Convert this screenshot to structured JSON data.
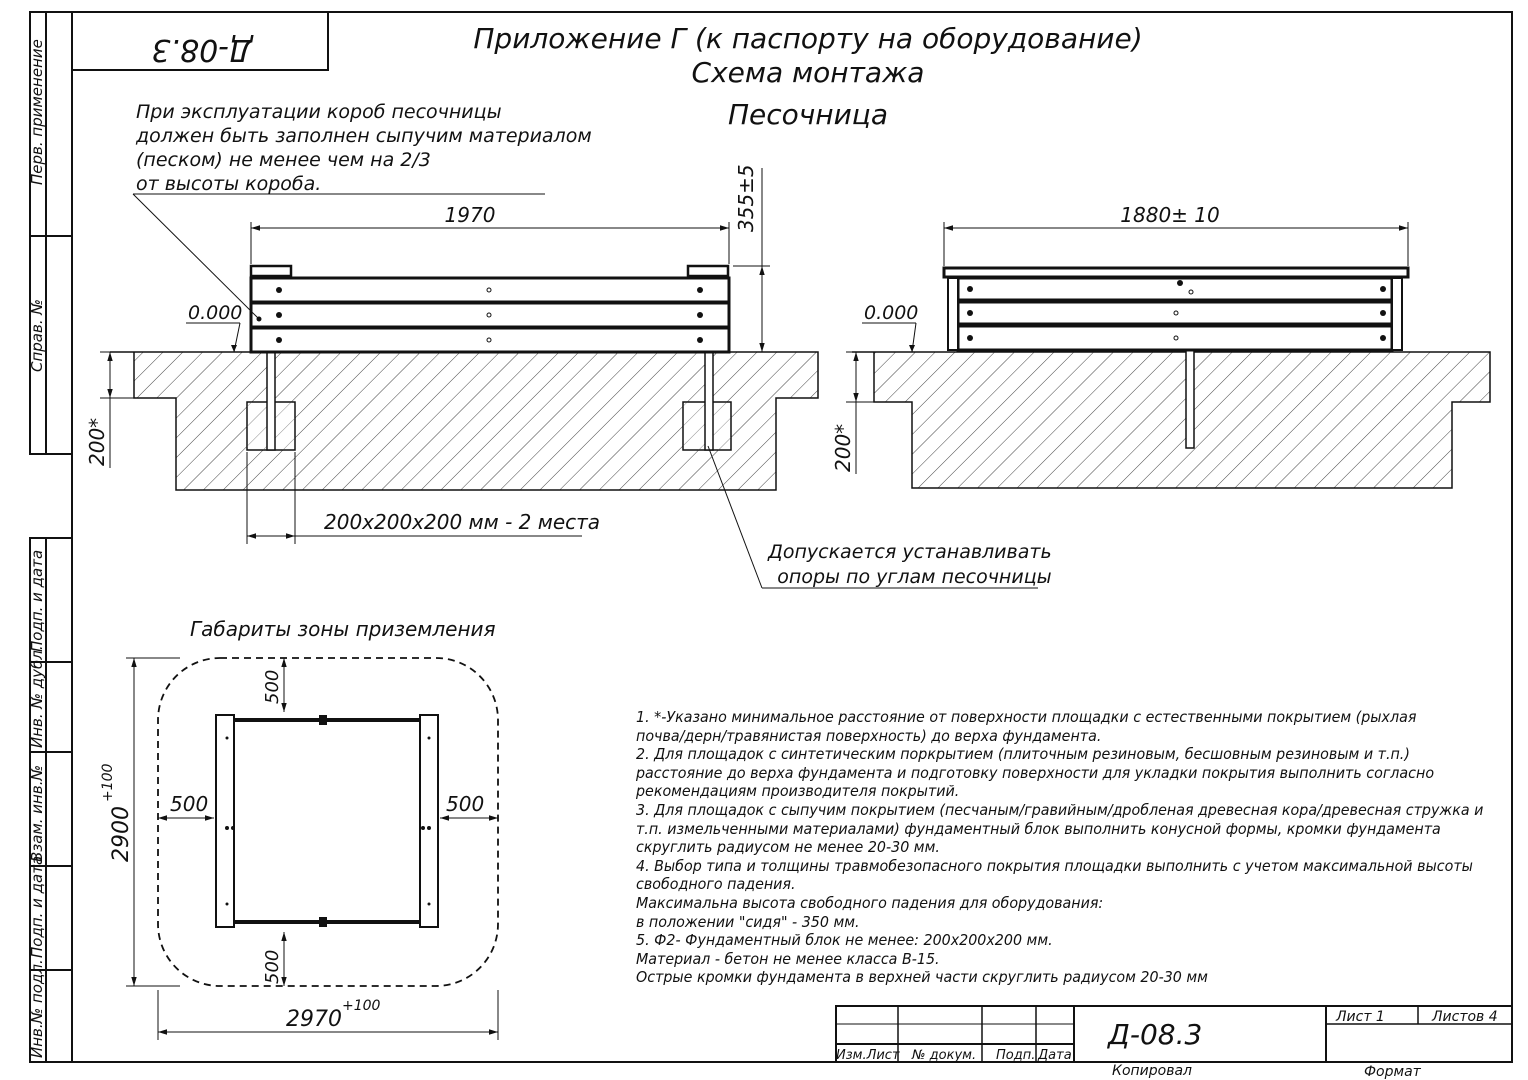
{
  "stamp_top": "Д-08.3",
  "title": {
    "line1": "Приложение Г (к паспорту на оборудование)",
    "line2": "Схема монтажа",
    "line3": "Песочница"
  },
  "side_labels": {
    "perv_primenenie": "Перв. применение",
    "sprav_no": "Справ. №",
    "podp_i_data_1": "Подп. и дата",
    "inv_no_dubl": "Инв. № дубл.",
    "vzam_inv_no": "Взам. инв.№",
    "podp_i_data_2": "Подп. и дата",
    "inv_no_podl": "Инв.№ подл."
  },
  "operation_note": [
    "При эксплуатации короб песочницы",
    "должен быть заполнен сыпучим материалом",
    "(песком) не менее чем на 2/3",
    "от высоты короба."
  ],
  "front_view": {
    "width": "1970",
    "height": "355±5",
    "level": "0.000",
    "depth": "200*",
    "foundation": "200х200х200 мм - 2 места"
  },
  "side_view": {
    "width": "1880± 10",
    "level": "0.000",
    "depth": "200*"
  },
  "supports_note": [
    "Допускается устанавливать",
    "опоры по углам песочницы"
  ],
  "zone": {
    "title": "Габариты зоны приземления",
    "top": "500",
    "bottom": "500",
    "left": "500",
    "right": "500",
    "height": "2900",
    "height_tol": "+100",
    "width": "2970",
    "width_tol": "+100"
  },
  "notes": [
    "1. *-Указано минимальное расстояние от поверхности площадки с естественными покрытием (рыхлая",
    "почва/дерн/травянистая поверхность) до верха фундамента.",
    "2. Для площадок с синтетическим поркрытием (плиточным резиновым, бесшовным резиновым и т.п.)",
    "расстояние до верха фундамента и подготовку поверхности для укладки покрытия выполнить согласно",
    "рекомендациям производителя покрытий.",
    "3. Для площадок с сыпучим покрытием (песчаным/гравийным/дробленая древесная кора/древесная стружка и",
    "т.п. измельченными материалами) фундаментный блок выполнить конусной формы, кромки фундамента",
    "скруглить радиусом не менее 20-30 мм.",
    "4. Выбор типа и толщины травмобезопасного покрытия площадки выполнить с учетом максимальной высоты",
    "свободного падения.",
    "Максимальна высота свободного падения для оборудования:",
    " в положении \"сидя\" - 350 мм.",
    "5. Ф2- Фундаментный блок не менее: 200х200х200 мм.",
    "Материал - бетон не менее класса В-15.",
    "Острые кромки фундамента в верхней части скруглить радиусом 20-30 мм"
  ],
  "title_block": {
    "designation": "Д-08.3",
    "sheet_label": "Лист 1",
    "sheets_label": "Листов 4",
    "col_izm_list": "Изм.Лист",
    "col_doc_no": "№ докум.",
    "col_sign": "Подп.",
    "col_date": "Дата",
    "copied": "Копировал",
    "format": "Формат"
  }
}
